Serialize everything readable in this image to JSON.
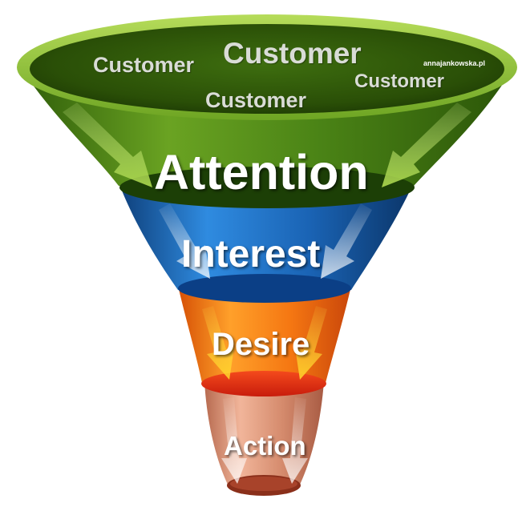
{
  "funnel": {
    "watermark": "annajankowska.pl",
    "customer_labels": [
      "Customer",
      "Customer",
      "Customer",
      "Customer"
    ],
    "stages": [
      {
        "key": "attention",
        "label": "Attention",
        "color": "#3f7a12"
      },
      {
        "key": "interest",
        "label": "Interest",
        "color": "#1a5da8"
      },
      {
        "key": "desire",
        "label": "Desire",
        "color": "#f06a0c"
      },
      {
        "key": "action",
        "label": "Action",
        "color": "#d08a6e"
      }
    ]
  }
}
